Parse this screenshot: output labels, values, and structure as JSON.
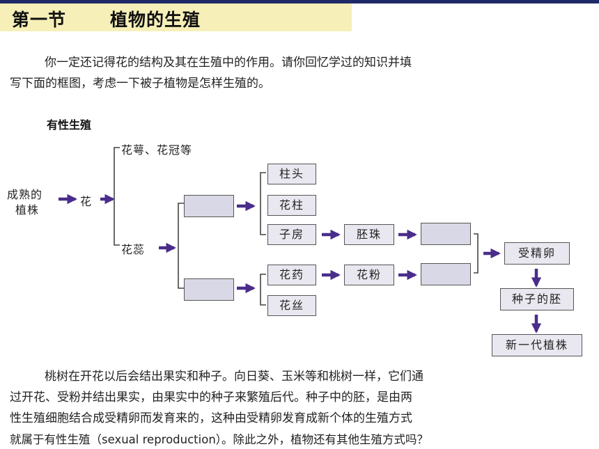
{
  "colors": {
    "arrow": "#4a2d8a",
    "title_band": "#f6efb8",
    "top_bar": "#1e2a66"
  },
  "title": {
    "part1": "第一节",
    "part2": "植物的生殖"
  },
  "intro": [
    "你一定还记得花的结构及其在生殖中的作用。请你回忆学过的知识并填",
    "写下面的框图，考虑一下被子植物是怎样生殖的。"
  ],
  "diagram": {
    "heading": "有性生殖",
    "mature_line1": "成熟的",
    "mature_line2": "植株",
    "flower": "花",
    "calyx_corolla": "花萼、花冠等",
    "stamen_pistil": "花蕊",
    "stigma": "柱头",
    "style": "花柱",
    "ovary": "子房",
    "ovule": "胚珠",
    "anther": "花药",
    "pollen": "花粉",
    "filament": "花丝",
    "fertilized_egg": "受精卵",
    "embryo": "种子的胚",
    "new_plant": "新一代植株"
  },
  "body": [
    "桃树在开花以后会结出果实和种子。向日葵、玉米等和桃树一样，它们通",
    "过开花、受粉并结出果实，由果实中的种子来繁殖后代。种子中的胚，是由两",
    "性生殖细胞结合成受精卵而发育来的，这种由受精卵发育成新个体的生殖方式",
    "就属于有性生殖（sexual reproduction）。除此之外，植物还有其他生殖方式吗？"
  ]
}
